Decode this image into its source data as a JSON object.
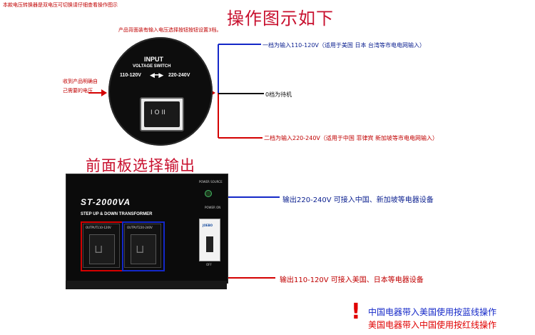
{
  "page": {
    "top_note": "本款电压转换器是双电压可切换请仔细查看操作图示",
    "title_main": "操作图示如下",
    "title_front": "前面板选择输出",
    "note_back": "产品背面装有输入电压选择按钮按钮设置3档。",
    "note_left": "收到产品明确自己需要的电压"
  },
  "switch_panel": {
    "title": "INPUT",
    "subtitle": "VOLTAGE SWITCH",
    "range_low": "110-120V",
    "range_high": "220-240V",
    "arrow": "◀━▶",
    "rocker_text": "I O II"
  },
  "annotations": {
    "pos1": "一档为输入110-120V（适用于美国 日本 台湾等市电电网输入）",
    "pos0": "0档为待机",
    "pos2": "二档为输入220-240V（适用于中国 菲律宾 新加坡等市电电网输入）",
    "out_high": "输出220-240V 可接入中国、新加坡等电器设备",
    "out_low": "输出110-120V 可接入美国、日本等电器设备"
  },
  "device": {
    "brand": "ST-2000VA",
    "brand_sub": "STEP UP & DOWN TRANSFORMER",
    "power_source": "POWER SOURCE",
    "power_on": "POWER ON",
    "breaker_brand": "JOEBO",
    "off": "OFF",
    "outlet_low_label": "OUTPUT110-120V",
    "outlet_high_label": "OUTPUT220-240V",
    "socket_glyph": "⊔"
  },
  "warning": {
    "mark": "!",
    "line_blue": "中国电器带入美国使用按蓝线操作",
    "line_red": "美国电器带入中国使用按红线操作"
  },
  "colors": {
    "red": "#d40000",
    "blue": "#1428c8",
    "black": "#111111"
  }
}
